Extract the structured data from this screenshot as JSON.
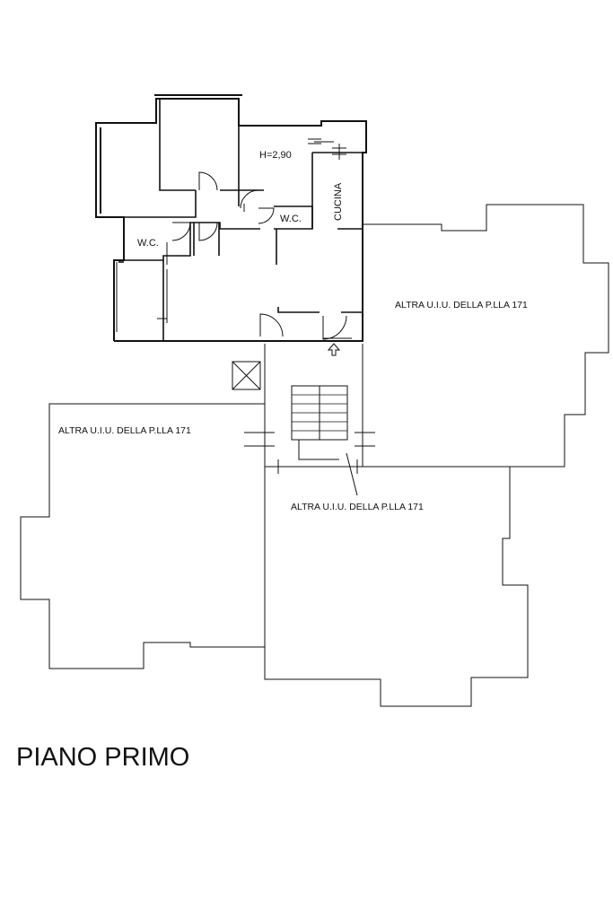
{
  "plan": {
    "title": "PIANO PRIMO",
    "height_label": "H=2,90",
    "rooms": {
      "wc_left": "W.C.",
      "wc_right": "W.C.",
      "kitchen": "CUCINA"
    },
    "other_units": {
      "right": "ALTRA U.I.U. DELLA P.LLA 171",
      "left": "ALTRA U.I.U. DELLA P.LLA 171",
      "bottom": "ALTRA U.I.U. DELLA P.LLA 171"
    }
  }
}
